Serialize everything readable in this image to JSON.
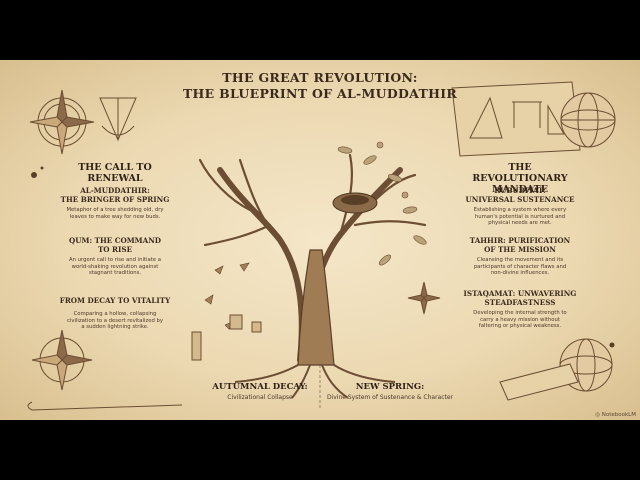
{
  "title": {
    "line1": "THE GREAT REVOLUTION:",
    "line2": "THE BLUEPRINT OF AL-MUDDATHIR"
  },
  "left": {
    "heading_line1": "THE CALL TO",
    "heading_line2": "RENEWAL",
    "items": [
      {
        "title_line1": "AL-MUDDATHIR:",
        "title_line2": "THE BRINGER OF SPRING",
        "body_lines": [
          "Metaphor of a tree shedding old, dry",
          "leaves to make way for new buds."
        ]
      },
      {
        "title_line1": "QUM: THE COMMAND",
        "title_line2": "TO RISE",
        "body_lines": [
          "An urgent call to rise and initiate a",
          "world-shaking revolution against",
          "stagnant traditions."
        ]
      },
      {
        "title_line1": "FROM DECAY TO VITALITY",
        "title_line2": "",
        "body_lines": [
          "Comparing a hollow, collapsing",
          "civilization to a desert revitalized by",
          "a sudden lightning strike."
        ]
      }
    ]
  },
  "right": {
    "heading_line1": "THE REVOLUTIONARY",
    "heading_line2": "MANDATE",
    "items": [
      {
        "title_line1": "RUBUBIYAT:",
        "title_line2": "UNIVERSAL SUSTENANCE",
        "body_lines": [
          "Establishing a system where every",
          "human's potential is nurtured and",
          "physical needs are met."
        ]
      },
      {
        "title_line1": "TAHHIR: PURIFICATION",
        "title_line2": "OF THE MISSION",
        "body_lines": [
          "Cleansing the movement and its",
          "participants of character flaws and",
          "non-divine influences."
        ]
      },
      {
        "title_line1": "ISTAQAMAT: UNWAVERING",
        "title_line2": "STEADFASTNESS",
        "body_lines": [
          "Developing the internal strength to",
          "carry a heavy mission without",
          "faltering or physical weakness."
        ]
      }
    ]
  },
  "captions": {
    "decay_title": "AUTUMNAL DECAY:",
    "decay_sub": "Civilizational Collapse",
    "spring_title": "NEW SPRING:",
    "spring_sub": "Divine System of Sustenance & Character"
  },
  "watermark": "NotebookLM",
  "colors": {
    "parchment": "#ecd9b2",
    "ink": "#3a2a1c",
    "letterbox": "#000000"
  }
}
